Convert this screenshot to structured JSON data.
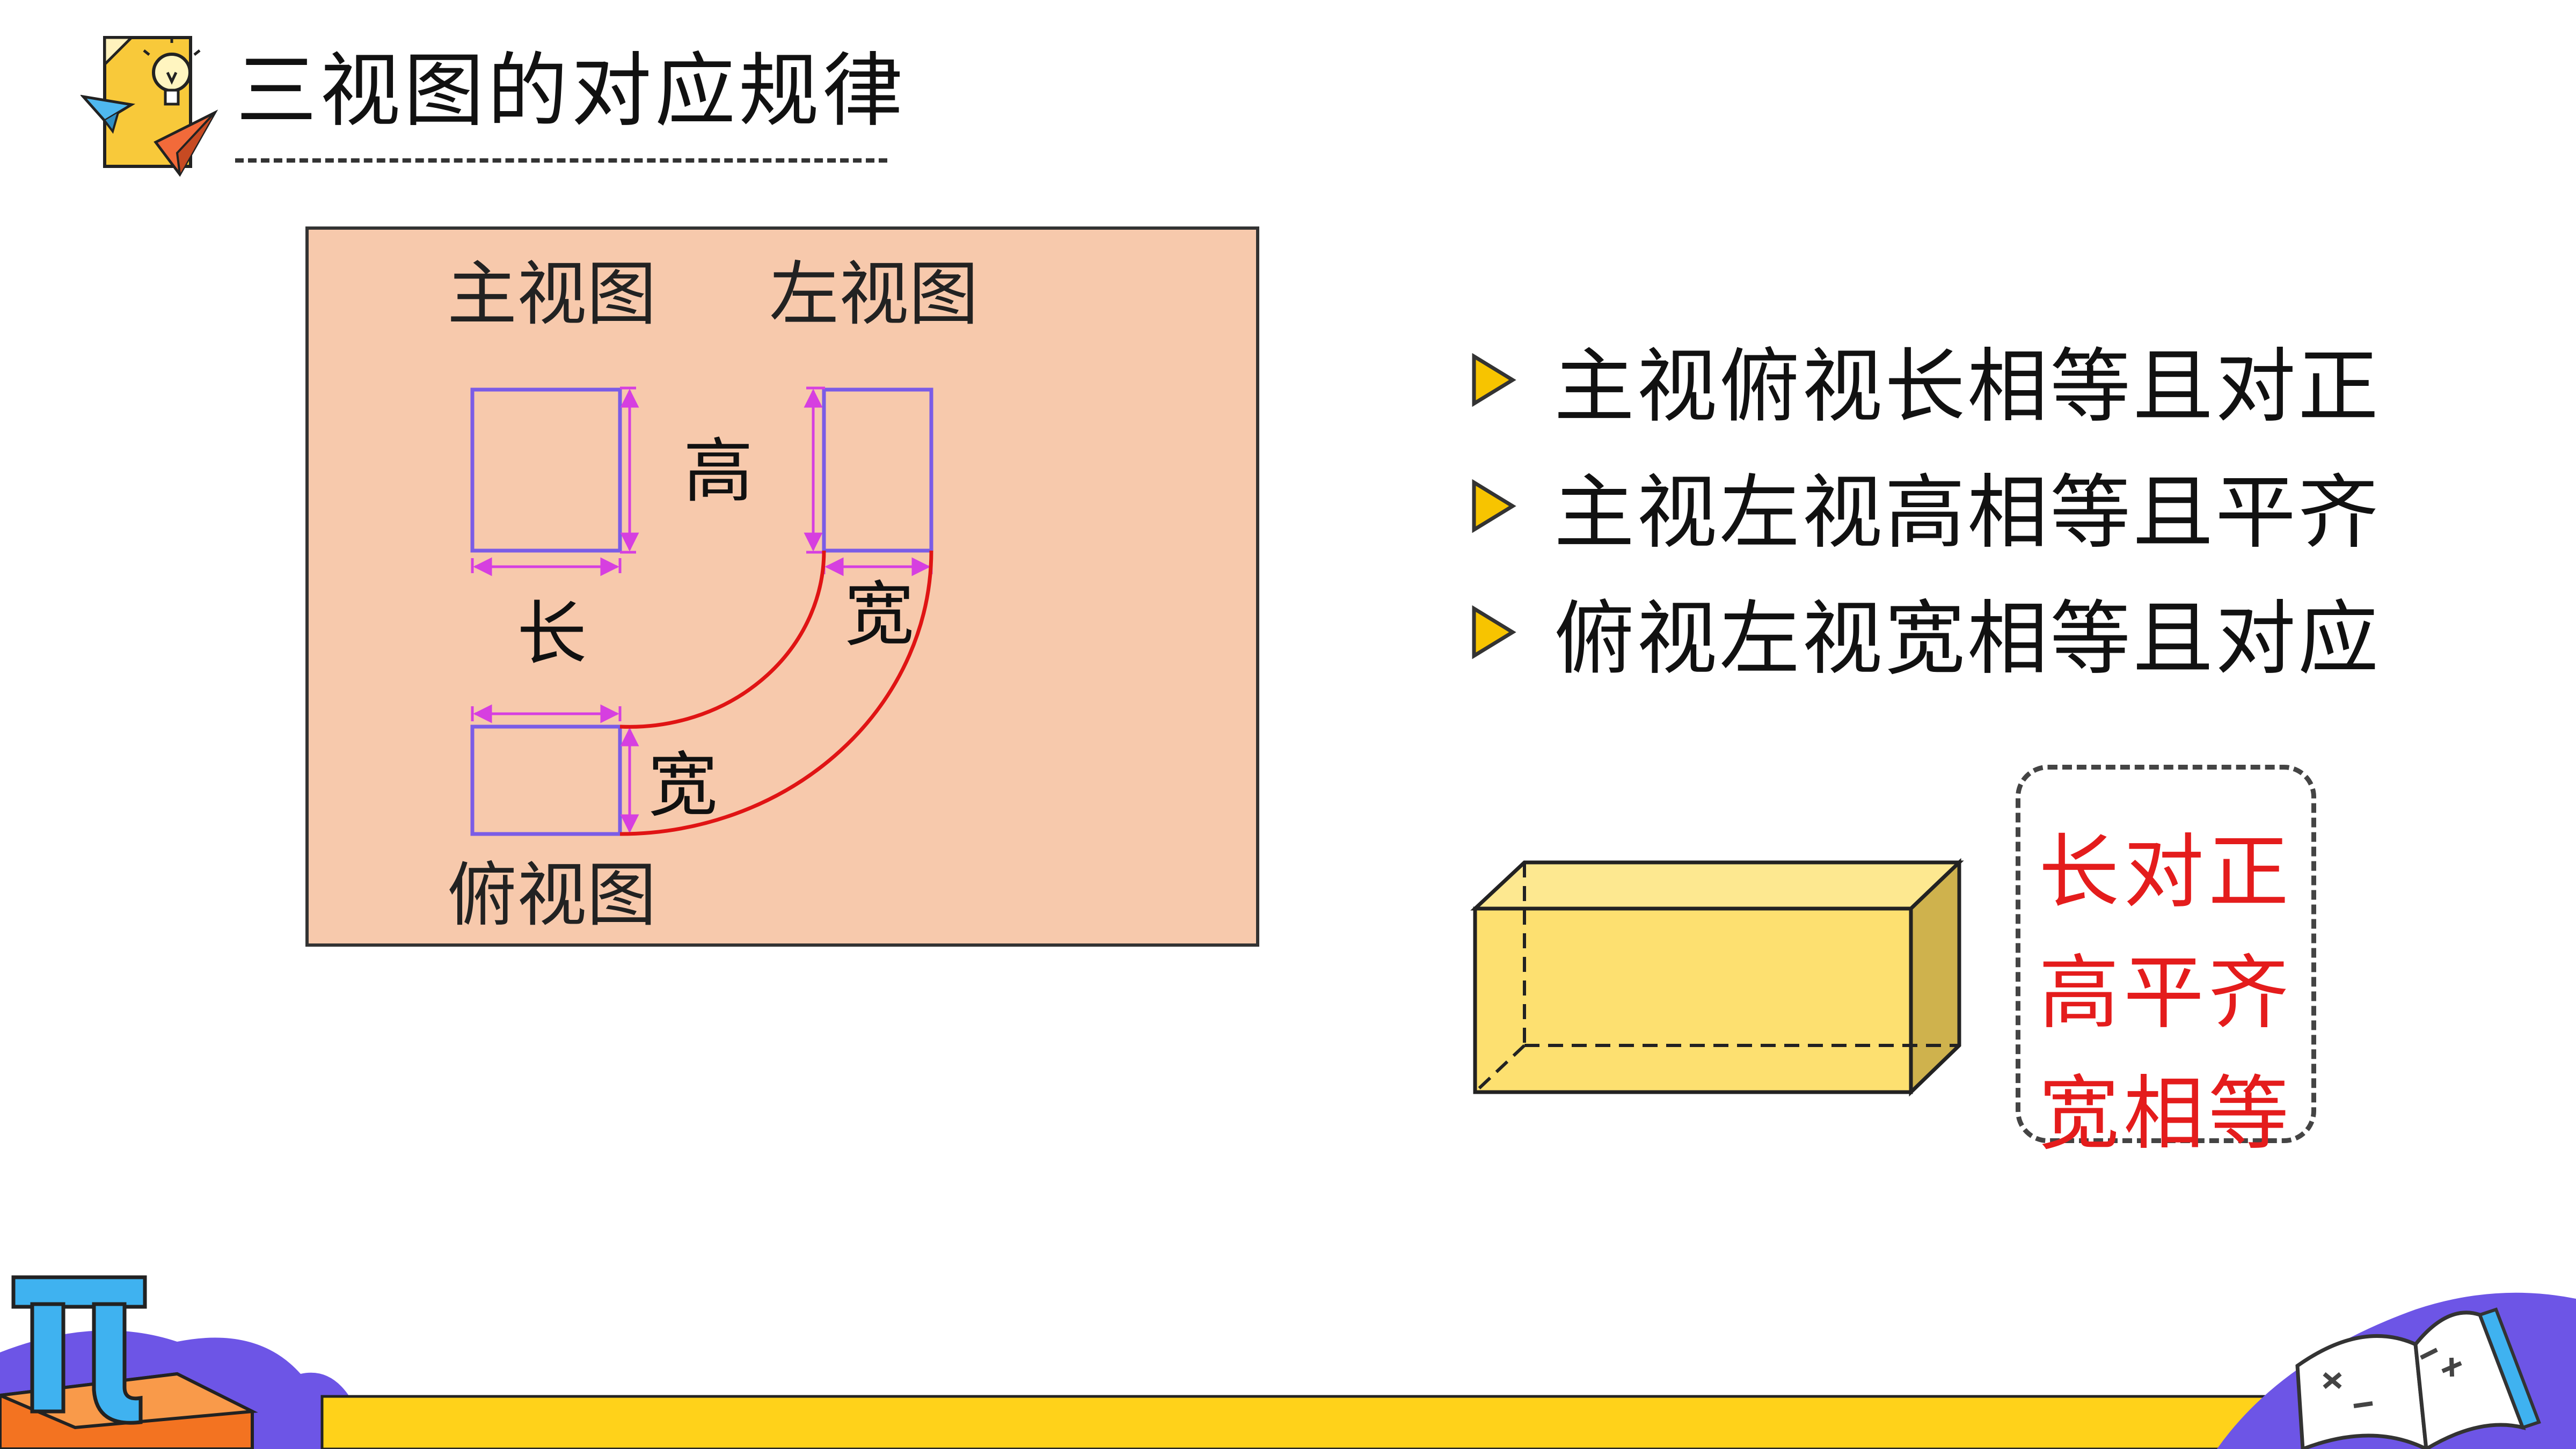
{
  "title": "三视图的对应规律",
  "views": {
    "front_label": "主视图",
    "left_label": "左视图",
    "top_label": "俯视图",
    "height_label": "高",
    "length_label": "长",
    "width_label_right": "宽",
    "width_label_bottom": "宽"
  },
  "rules": [
    "主视俯视长相等且对正",
    "主视左视高相等且平齐",
    "俯视左视宽相等且对应"
  ],
  "summary": [
    "长对正",
    "高平齐",
    "宽相等"
  ],
  "icons": [
    "paper-icon",
    "lightbulb-icon",
    "paper-plane-icon",
    "pi-icon",
    "book-icon"
  ],
  "colors": {
    "panel_bg": "#f7c9ac",
    "view_stroke": "#7b5ce6",
    "dimension": "#d63fe0",
    "arc": "#e01414",
    "bullet": "#f7c400",
    "box_face": "#fde070",
    "summary_text": "#e41c1c",
    "bottom_band": "#ffd21a",
    "accent_purple": "#6d55e6"
  }
}
